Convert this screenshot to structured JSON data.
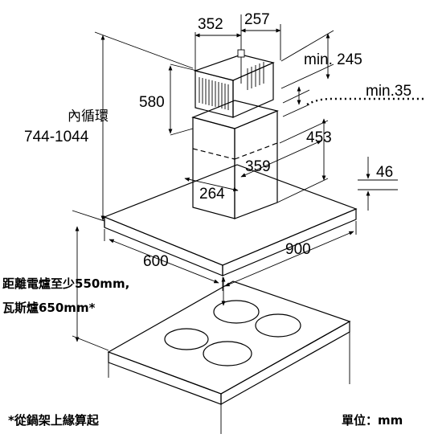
{
  "dimensions": {
    "chimney_depth": "352",
    "chimney_width": "257",
    "min_clearance_top": "min. 245",
    "min_clearance_side": "min.35",
    "upper_chimney_height": "580",
    "recirculation_label": "內循環",
    "total_height_range": "744-1044",
    "lower_chimney_height": "453",
    "lower_chimney_depth": "359",
    "lower_chimney_width": "264",
    "canopy_thickness": "46",
    "canopy_width": "900",
    "canopy_depth": "600"
  },
  "notes": {
    "clearance_electric": "距離電爐至少550mm,",
    "clearance_gas": "瓦斯爐650mm*",
    "footnote": "*從鍋架上緣算起",
    "unit": "單位：mm"
  }
}
